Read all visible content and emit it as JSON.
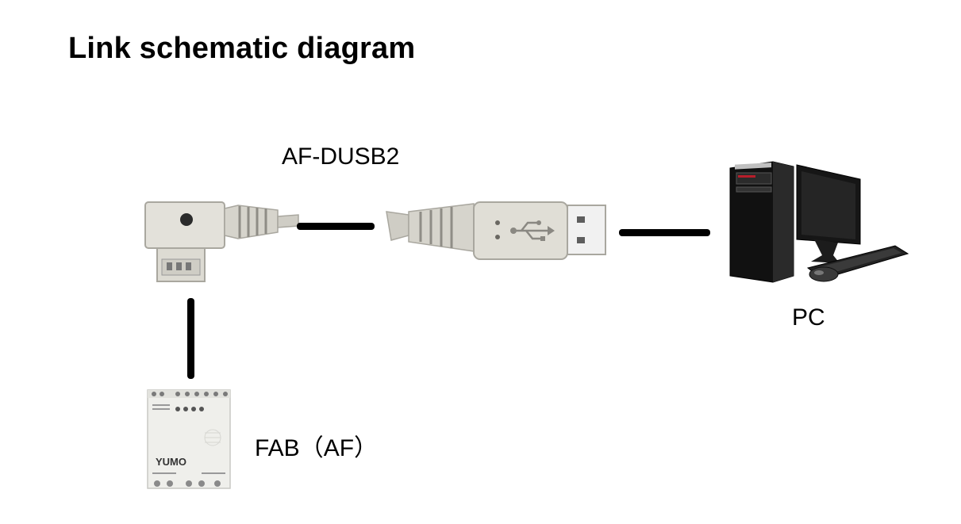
{
  "diagram": {
    "title": "Link schematic diagram",
    "nodes": {
      "cable": {
        "label": "AF-DUSB2",
        "kind": "usb-programming-cable"
      },
      "pc": {
        "label": "PC",
        "kind": "desktop-computer"
      },
      "plc": {
        "label": "FAB（AF）",
        "kind": "plc-module",
        "brand_text": "YUMO"
      }
    },
    "links": [
      {
        "from": "plc",
        "to": "cable"
      },
      {
        "from": "cable",
        "to": "pc"
      }
    ]
  }
}
